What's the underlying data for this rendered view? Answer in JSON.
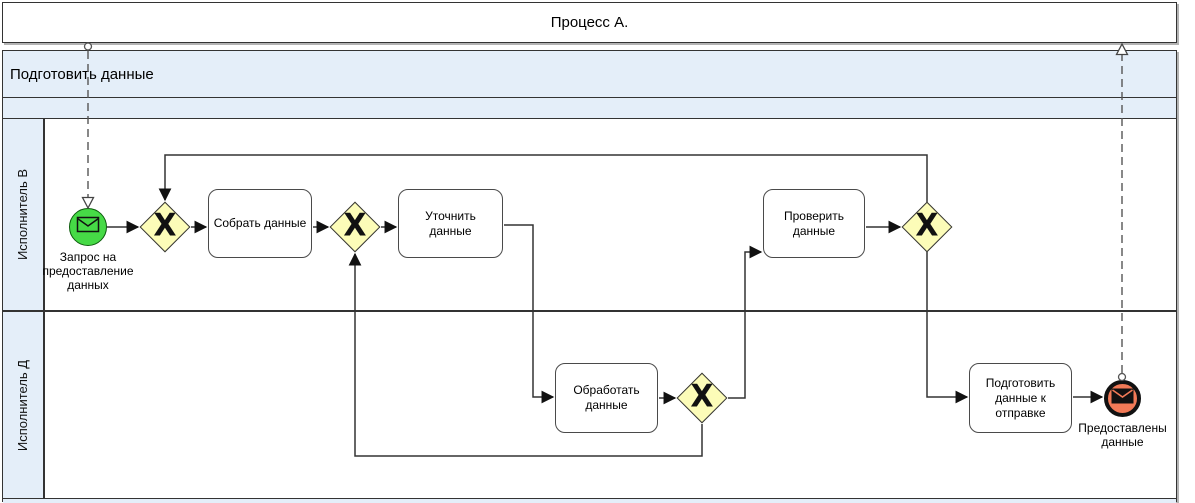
{
  "title_band": {
    "label": "Процесс А."
  },
  "pool": {
    "header": {
      "label": "Подготовить данные"
    },
    "lanes": [
      {
        "label": "Исполнитель В"
      },
      {
        "label": "Исполнитель Д"
      }
    ]
  },
  "events": {
    "start": {
      "label": "Запрос на предоставление данных",
      "type": "message-start-event"
    },
    "end": {
      "label": "Предоставлены данные",
      "type": "message-end-event"
    }
  },
  "tasks": {
    "collect": {
      "label": "Собрать данные"
    },
    "clarify": {
      "label": "Уточнить данные"
    },
    "process": {
      "label": "Обработать данные"
    },
    "check": {
      "label": "Проверить данные"
    },
    "prepare": {
      "label": "Подготовить данные к отправке"
    }
  },
  "gateways": {
    "symbol": "X",
    "type": "exclusive"
  },
  "colors": {
    "band_fill": "#e4eef9",
    "start_event_fill": "#46da46",
    "end_event_fill": "#f27a57",
    "gateway_fill": "#fcfcb8",
    "line": "#333333"
  }
}
